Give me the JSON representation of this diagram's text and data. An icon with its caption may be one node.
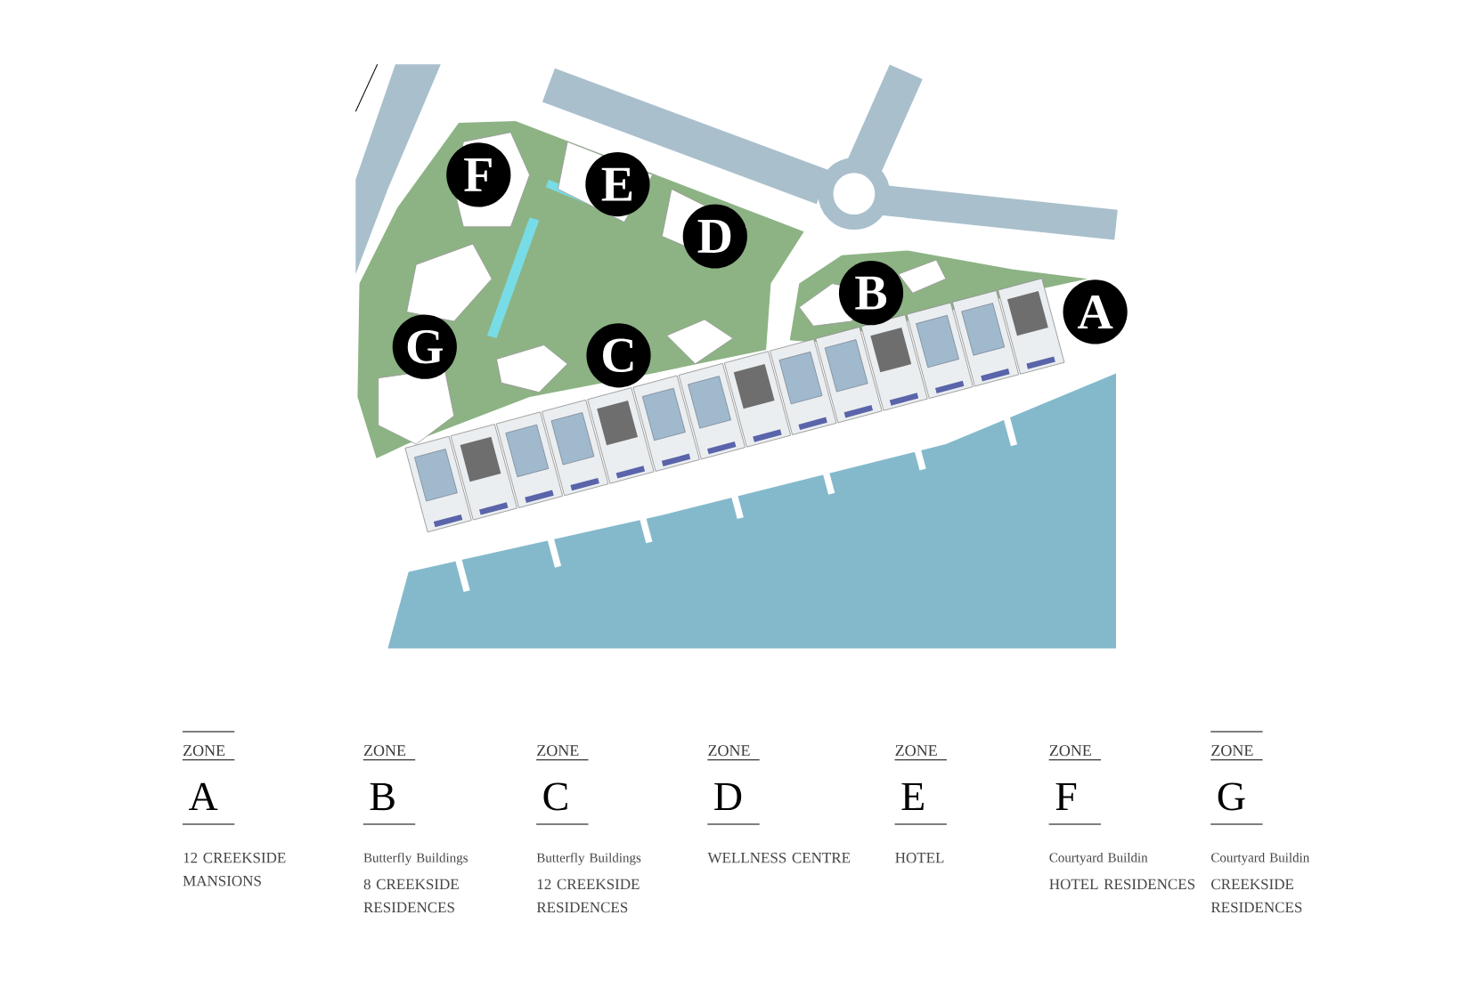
{
  "diagram": {
    "nodes": [
      {
        "text": [
          "F"
        ]
      },
      {
        "text": [
          "E"
        ]
      },
      {
        "text": [
          "D"
        ]
      },
      {
        "text": [
          "B"
        ]
      },
      {
        "text": [
          "A"
        ]
      },
      {
        "text": [
          "G"
        ]
      },
      {
        "text": [
          "C"
        ]
      }
    ],
    "labels": [
      "ZONE",
      "A",
      "12 CREEKSIDE MANSIONS",
      "ZONE",
      "B",
      "Butterfly Buildings",
      "8 CREEKSIDE RESIDENCES",
      "ZONE",
      "C",
      "Butterfly Buildings",
      "12 CREEKSIDE RESIDENCES",
      "ZONE",
      "D",
      "WELLNESS CENTRE",
      "ZONE",
      "E",
      "HOTEL",
      "ZONE",
      "F",
      "Courtyard Buildin",
      "HOTEL RESIDENCES",
      "ZONE",
      "G",
      "Courtyard Buildin",
      "CREEKSIDE RESIDENCES"
    ]
  }
}
